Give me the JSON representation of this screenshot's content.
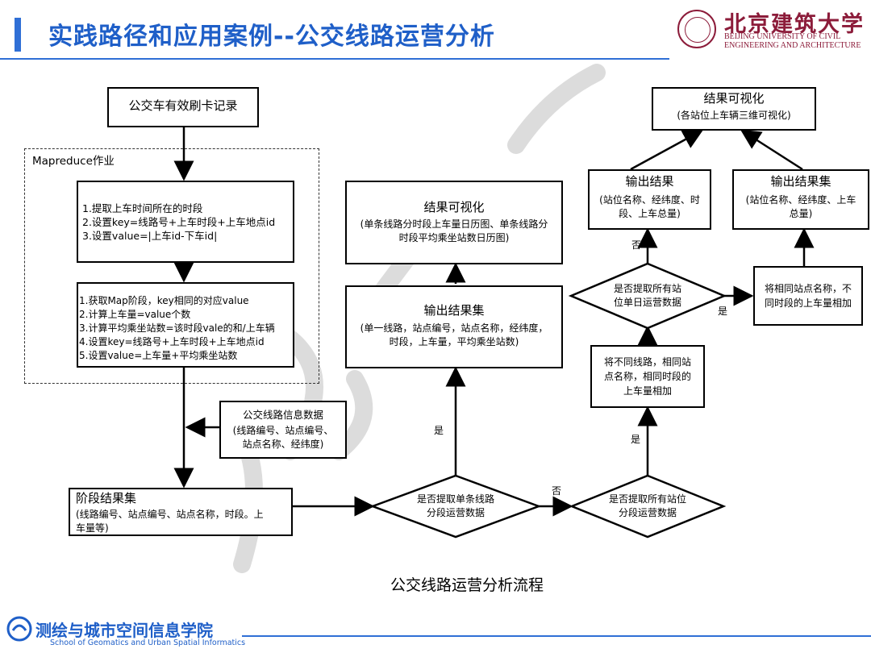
{
  "header": {
    "title": "实践路径和应用案例--公交线路运营分析",
    "university_cn": "北京建筑大学",
    "university_en": "BEIJING UNIVERSITY OF CIVIL ENGINEERING AND ARCHITECTURE"
  },
  "flow": {
    "start": "公交车有效刷卡记录",
    "mapreduce_label": "Mapreduce作业",
    "map_step": "1.提取上车时间所在的时段\n2.设置key=线路号+上车时段+上车地点id\n3.设置value=|上车id-下车id|",
    "reduce_step": "1.获取Map阶段，key相同的对应value\n2.计算上车量=value个数\n3.计算平均乘坐站数=该时段vale的和/上车辆\n4.设置key=线路号+上车时段+上车地点id\n5.设置value=上车量+平均乘坐站数",
    "line_info_title": "公交线路信息数据",
    "line_info_detail": "(线路编号、站点编号、\n站点名称、经纬度)",
    "stage_result_title": "阶段结果集",
    "stage_result_detail": "(线路编号、站点编号、站点名称，时段。上\n车量等)",
    "decision1": "是否提取单条线路\n分段运营数据",
    "decision2": "是否提取所有站位\n分段运营数据",
    "decision3": "是否提取所有站\n位单日运营数据",
    "output_mid_title": "输出结果集",
    "output_mid_detail": "(单一线路，站点编号，站点名称，经纬度，\n时段，上车量，平均乘坐站数)",
    "vis_mid_title": "结果可视化",
    "vis_mid_detail": "(单条线路分时段上车量日历图、单条线路分\n时段平均乘坐站数日历图)",
    "merge_lines": "将不同线路，相同站\n点名称，相同时段的\n上车量相加",
    "merge_periods": "将相同站点名称，不\n同时段的上车量相加",
    "output_left_title": "输出结果",
    "output_left_detail": "(站位名称、经纬度、时\n段、上车总量)",
    "output_right_title": "输出结果集",
    "output_right_detail": "(站位名称、经纬度、上车\n总量)",
    "vis_top_title": "结果可视化",
    "vis_top_detail": "(各站位上车辆三维可视化)",
    "label_yes": "是",
    "label_no": "否",
    "caption": "公交线路运营分析流程"
  },
  "footer": {
    "school_cn": "测绘与城市空间信息学院",
    "school_en": "School of Geomatics and Urban Spatial Informatics"
  },
  "colors": {
    "accent": "#1f5fc8",
    "brand": "#8c1c3a"
  }
}
